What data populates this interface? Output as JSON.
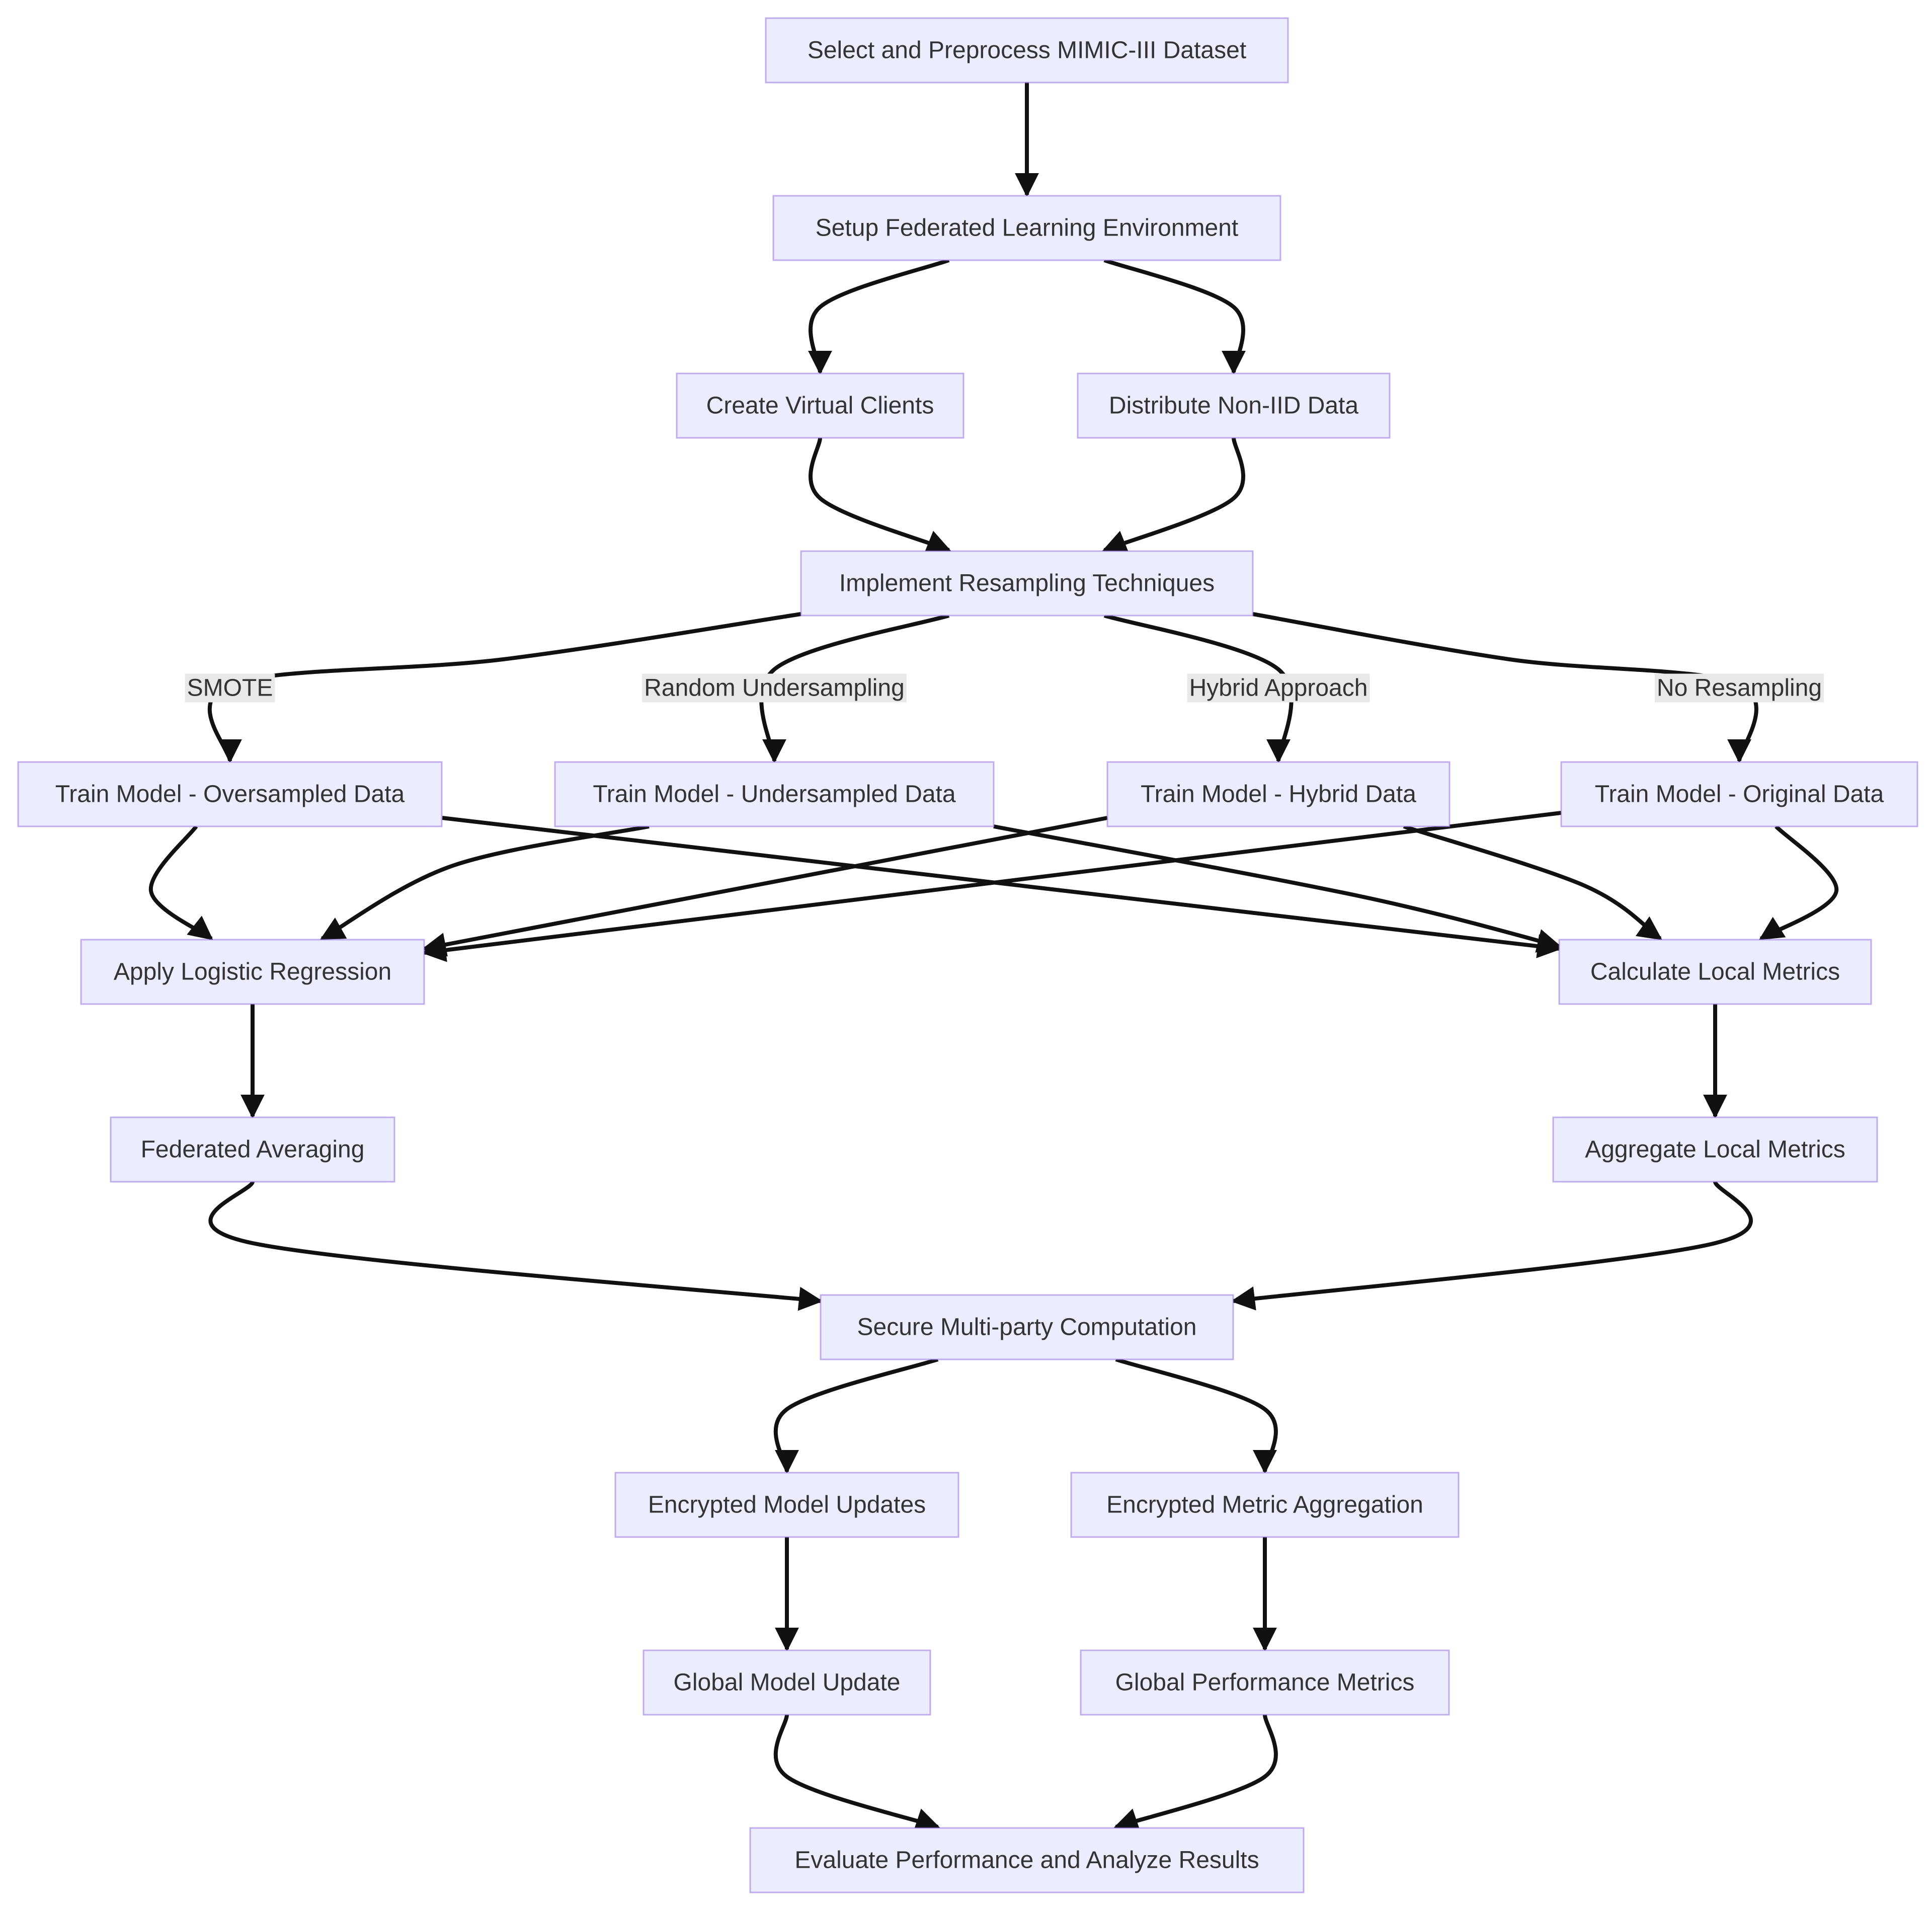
{
  "diagram": {
    "nodes": [
      {
        "id": "select",
        "label": "Select and Preprocess MIMIC-III Dataset"
      },
      {
        "id": "setup",
        "label": "Setup Federated Learning Environment"
      },
      {
        "id": "clients",
        "label": "Create Virtual Clients"
      },
      {
        "id": "distribute",
        "label": "Distribute Non-IID Data"
      },
      {
        "id": "resampling",
        "label": "Implement Resampling Techniques"
      },
      {
        "id": "train_over",
        "label": "Train Model - Oversampled Data"
      },
      {
        "id": "train_under",
        "label": "Train Model - Undersampled Data"
      },
      {
        "id": "train_hybrid",
        "label": "Train Model - Hybrid Data"
      },
      {
        "id": "train_orig",
        "label": "Train Model - Original Data"
      },
      {
        "id": "logreg",
        "label": "Apply Logistic Regression"
      },
      {
        "id": "local_metrics",
        "label": "Calculate Local Metrics"
      },
      {
        "id": "fedavg",
        "label": "Federated Averaging"
      },
      {
        "id": "agg_metrics",
        "label": "Aggregate Local Metrics"
      },
      {
        "id": "smpc",
        "label": "Secure Multi-party Computation"
      },
      {
        "id": "enc_updates",
        "label": "Encrypted Model Updates"
      },
      {
        "id": "enc_metrics",
        "label": "Encrypted Metric Aggregation"
      },
      {
        "id": "global_update",
        "label": "Global Model Update"
      },
      {
        "id": "global_metrics",
        "label": "Global Performance Metrics"
      },
      {
        "id": "evaluate",
        "label": "Evaluate Performance and Analyze Results"
      }
    ],
    "edges": [
      {
        "from": "select",
        "to": "setup"
      },
      {
        "from": "setup",
        "to": "clients"
      },
      {
        "from": "setup",
        "to": "distribute"
      },
      {
        "from": "clients",
        "to": "resampling"
      },
      {
        "from": "distribute",
        "to": "resampling"
      },
      {
        "from": "resampling",
        "to": "train_over",
        "label": "SMOTE"
      },
      {
        "from": "resampling",
        "to": "train_under",
        "label": "Random Undersampling"
      },
      {
        "from": "resampling",
        "to": "train_hybrid",
        "label": "Hybrid Approach"
      },
      {
        "from": "resampling",
        "to": "train_orig",
        "label": "No Resampling"
      },
      {
        "from": "train_over",
        "to": "logreg"
      },
      {
        "from": "train_over",
        "to": "local_metrics"
      },
      {
        "from": "train_under",
        "to": "logreg"
      },
      {
        "from": "train_under",
        "to": "local_metrics"
      },
      {
        "from": "train_hybrid",
        "to": "logreg"
      },
      {
        "from": "train_hybrid",
        "to": "local_metrics"
      },
      {
        "from": "train_orig",
        "to": "logreg"
      },
      {
        "from": "train_orig",
        "to": "local_metrics"
      },
      {
        "from": "logreg",
        "to": "fedavg"
      },
      {
        "from": "local_metrics",
        "to": "agg_metrics"
      },
      {
        "from": "fedavg",
        "to": "smpc"
      },
      {
        "from": "agg_metrics",
        "to": "smpc"
      },
      {
        "from": "smpc",
        "to": "enc_updates"
      },
      {
        "from": "smpc",
        "to": "enc_metrics"
      },
      {
        "from": "enc_updates",
        "to": "global_update"
      },
      {
        "from": "enc_metrics",
        "to": "global_metrics"
      },
      {
        "from": "global_update",
        "to": "evaluate"
      },
      {
        "from": "global_metrics",
        "to": "evaluate"
      }
    ]
  }
}
